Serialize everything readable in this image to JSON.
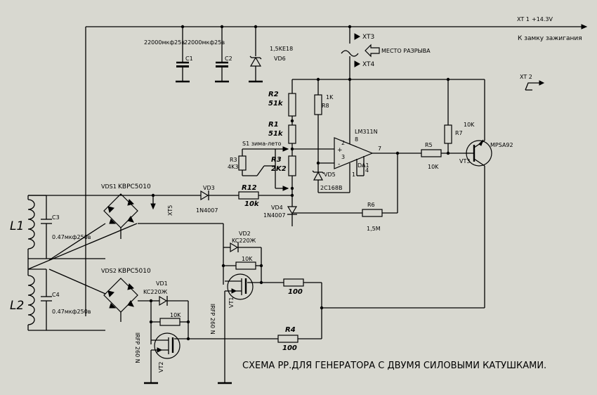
{
  "title": "СХЕМА РР.ДЛЯ ГЕНЕРАТОРА С ДВУМЯ СИЛОВЫМИ КАТУШКАМИ.",
  "connectors": {
    "xt1": "XT 1",
    "xt1_voltage": "+14.3V",
    "ignition": "К замку зажигания",
    "xt2": "XT 2",
    "xt3": "XT3",
    "xt4": "XT4",
    "xt5": "XT5",
    "break_point": "МЕСТО РАЗРЫВА"
  },
  "components": {
    "c1_value": "22000мкф25в",
    "c1_name": "C1",
    "c2_value": "22000мкф25в",
    "c2_name": "C2",
    "vd6_value": "1,5KE18",
    "vd6_name": "VD6",
    "r2_name": "R2",
    "r2_value": "51k",
    "r8_value": "1K",
    "r8_name": "R8",
    "r1_name": "R1",
    "r1_value": "51k",
    "r3_name": "R3",
    "r3_value": "2K2",
    "s1": "S1 зима-лето",
    "r3b_name": "R3",
    "r3b_value": "4K3",
    "da1_type": "LM311N",
    "da1_name": "DA1",
    "pin8": "8",
    "pin2": "2",
    "pin3": "3",
    "pin7": "7",
    "pin1": "1",
    "pin4": "4",
    "plus": "+",
    "minus": "-",
    "vd5_name": "VD5",
    "vd5_value": "2C168B",
    "r5_name": "R5",
    "r5_value": "10K",
    "r7_value": "10K",
    "r7_name": "R7",
    "vt3_name": "VT3",
    "vt3_type": "MPSA92",
    "vds1_name": "VDS1",
    "vds1_type": "KBPC5010",
    "vd3_name": "VD3",
    "vd3_type": "1N4007",
    "r12_name": "R12",
    "r12_value": "10k",
    "vd4_name": "VD4",
    "vd4_type": "1N4007",
    "r6_name": "R6",
    "r6_value": "1,5M",
    "l1": "L1",
    "c3_name": "C3",
    "c3_value": "0.47мкф250в",
    "vd2_name": "VD2",
    "vd2_type": "KC220Ж",
    "r_10k_a": "10K",
    "irfp_a": "IRFP 260 N",
    "vt1": "VT1",
    "r100_a": "100",
    "vds2_name": "VDS2",
    "vds2_type": "KBPC5010",
    "l2": "L2",
    "c4_name": "C4",
    "c4_value": "0.47мкф250в",
    "vd1_name": "VD1",
    "vd1_type": "KC220Ж",
    "r_10k_b": "10K",
    "r4_name": "R4",
    "r4_value": "100",
    "irfp_b": "IRFP 260 N",
    "vt2": "VT2"
  }
}
